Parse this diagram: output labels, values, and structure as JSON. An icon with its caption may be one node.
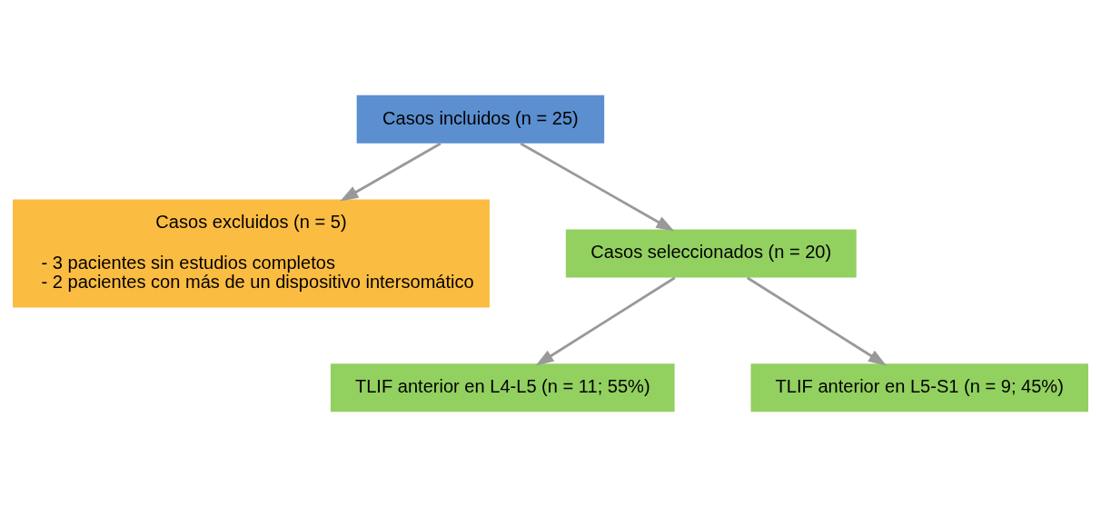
{
  "diagram": {
    "nodes": [
      {
        "text": [
          "Casos incluidos (n = 25)"
        ]
      },
      {
        "text": [
          "Casos excluidos (n = 5)",
          "- 3 pacientes sin estudios completos",
          "- 2 pacientes con más de un dispositivo intersomático"
        ]
      },
      {
        "text": [
          "Casos seleccionados (n = 20)"
        ]
      },
      {
        "text": [
          "TLIF anterior en L4-L5 (n = 11; 55%)"
        ]
      },
      {
        "text": [
          "TLIF anterior en L5-S1 (n = 9; 45%)"
        ]
      }
    ],
    "edges": [
      {
        "from": 0,
        "to": 2,
        "arrow": "to"
      },
      {
        "from": 0,
        "to": 1,
        "arrow": "to"
      },
      {
        "from": 2,
        "to": 3,
        "arrow": "to"
      },
      {
        "from": 2,
        "to": 4,
        "arrow": "to"
      }
    ]
  }
}
